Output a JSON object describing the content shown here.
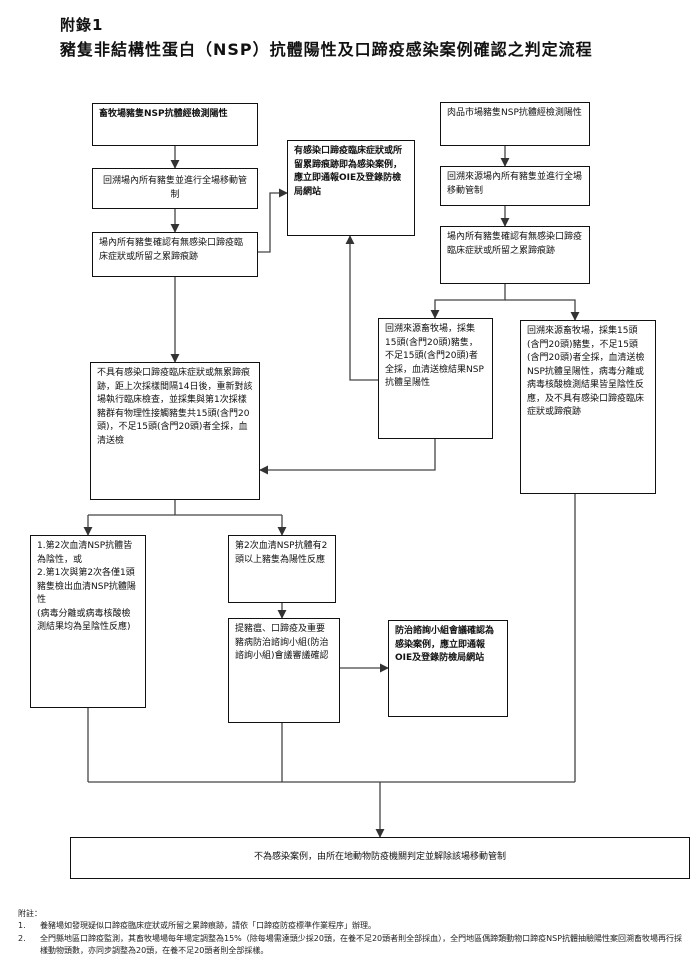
{
  "header": {
    "appendix": "附錄1",
    "title": "豬隻非結構性蛋白（NSP）抗體陽性及口蹄疫感染案例確認之判定流程"
  },
  "boxes": {
    "farm_start": "畜牧場豬隻NSP抗體經檢測陽性",
    "farm_movement": "回溯場內所有豬隻並進行全場移動管制",
    "farm_check": "場內所有豬隻確認有無感染口蹄疫臨床症狀或所留之累蹄痕跡",
    "confirmed_left": "有感染口蹄疫臨床症狀或所留累蹄痕跡即為感染案例，應立即通報OIE及登錄防檢局網站",
    "market_start": "肉品市場豬隻NSP抗體經檢測陽性",
    "market_trace": "回溯來源場內所有豬隻並進行全場移動管制",
    "market_check": "場內所有豬隻確認有無感染口蹄疫臨床症狀或所留之累蹄痕跡",
    "source_positive": "回溯來源畜牧場，採集15頭(含門20頭)豬隻，不足15頭(含門20頭)者全採，血清送檢結果NSP抗體呈陽性",
    "source_negative": "回溯來源畜牧場，採集15頭(含門20頭)豬隻，不足15頭(含門20頭)者全採，血清送檢NSP抗體呈陽性，病毒分離或病毒核酸檢測結果皆呈陰性反應，及不具有感染口蹄疫臨床症狀或蹄痕跡",
    "resample": "不具有感染口蹄疫臨床症狀或無累蹄痕跡，距上次採樣間隔14日後，重新對該場執行臨床檢查，並採集與第1次採樣豬群有物理性接觸豬隻共15頭(含門20頭)，不足15頭(含門20頭)者全採，血清送檢",
    "second_negative": "1.第2次血清NSP抗體皆為陰性，或\n2.第1次與第2次各僅1頭豬隻檢出血清NSP抗體陽性\n(病毒分離或病毒核酸檢測結果均為呈陰性反應)",
    "second_positive": "第2次血清NSP抗體有2頭以上豬隻為陽性反應",
    "committee": "提豬瘟、口蹄疫及重要豬病防治諮詢小組(防治諮詢小組)會議審議確認",
    "confirmed_committee": "防治諮詢小組會議確認為感染案例，應立即通報OIE及登錄防檢局網站",
    "final": "不為感染案例，由所在地動物防疫機關判定並解除該場移動管制"
  },
  "notes": {
    "heading": "附註：",
    "items": [
      {
        "num": "1.",
        "text": "養豬場如發現疑似口蹄疫臨床症狀或所留之累蹄痕跡，請依「口蹄疫防疫標準作業程序」辦理。"
      },
      {
        "num": "2.",
        "text": "全門縣地區口蹄疫監測，其畜牧場場每年場定調整為15%（除每場需達頭少採20頭，在養不足20頭者則全部採血），全門地區偶蹄類動物口蹄疫NSP抗體抽驗陽性案回溯畜牧場再行採樣動物頭數，亦同步調整為20頭，在養不足20頭者則全部採樣。"
      }
    ]
  }
}
